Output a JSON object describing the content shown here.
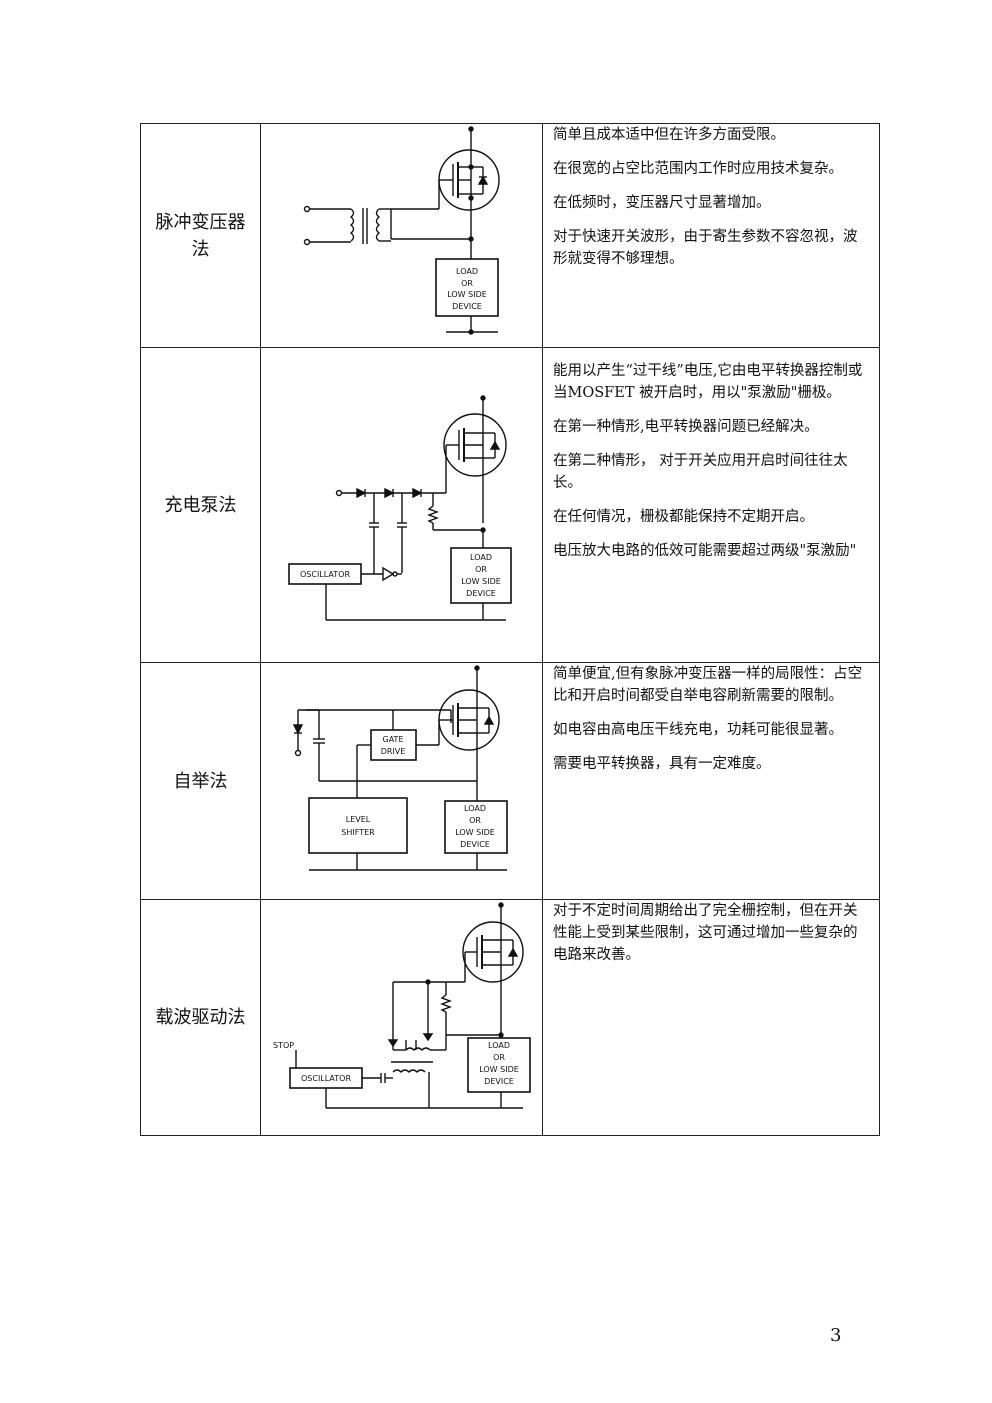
{
  "page_number": "3",
  "rows": [
    {
      "name": "脉冲变压器法",
      "labels": {
        "load": [
          "LOAD",
          "OR",
          "LOW SIDE",
          "DEVICE"
        ]
      },
      "notes": [
        "简单且成本适中但在许多方面受限。",
        "在很宽的占空比范围内工作时应用技术复杂。",
        "在低频时，变压器尺寸显著增加。",
        "对于快速开关波形，由于寄生参数不容忽视，波形就变得不够理想。"
      ]
    },
    {
      "name": "充电泵法",
      "labels": {
        "oscillator": "OSCILLATOR",
        "load": [
          "LOAD",
          "OR",
          "LOW SIDE",
          "DEVICE"
        ]
      },
      "notes": [
        "能用以产生“过干线”电压,它由电平转换器控制或当MOSFET 被开启时，用以\"泵激励\"栅极。",
        "在第一种情形,电平转换器问题已经解决。",
        "在第二种情形， 对于开关应用开启时间往往太长。",
        "在任何情况，栅极都能保持不定期开启。",
        "电压放大电路的低效可能需要超过两级\"泵激励\""
      ]
    },
    {
      "name": "自举法",
      "labels": {
        "gate_drive": [
          "GATE",
          "DRIVE"
        ],
        "level_shifter": [
          "LEVEL",
          "SHIFTER"
        ],
        "load": [
          "LOAD",
          "OR",
          "LOW SIDE",
          "DEVICE"
        ]
      },
      "notes": [
        "简单便宜,但有象脉冲变压器一样的局限性：占空比和开启时间都受自举电容刷新需要的限制。",
        "如电容由高电压干线充电，功耗可能很显著。",
        "需要电平转换器，具有一定难度。"
      ]
    },
    {
      "name": "载波驱动法",
      "labels": {
        "stop": "STOP",
        "oscillator": "OSCILLATOR",
        "load": [
          "LOAD",
          "OR",
          "LOW SIDE",
          "DEVICE"
        ]
      },
      "notes": [
        "对于不定时间周期给出了完全栅控制，但在开关性能上受到某些限制，这可通过增加一些复杂的电路来改善。"
      ]
    }
  ]
}
